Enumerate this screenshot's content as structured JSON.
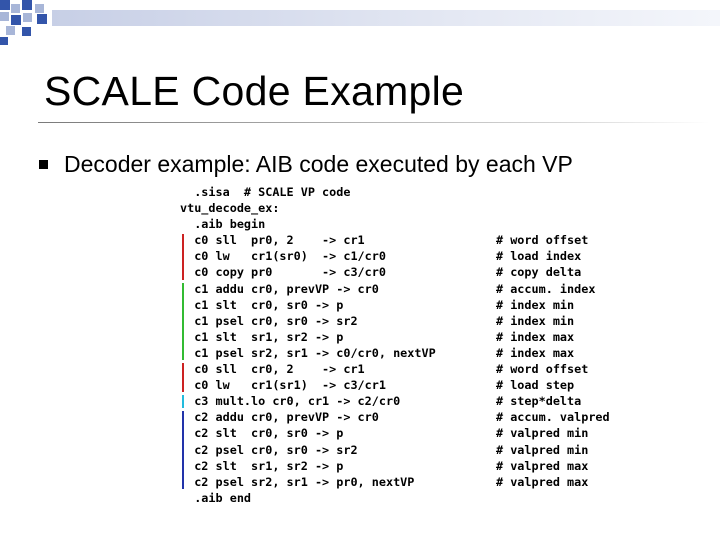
{
  "slide": {
    "title": "SCALE Code Example",
    "bullet": "Decoder example: AIB code executed by each VP"
  },
  "code": {
    "lines": [
      {
        "stmt": "  .sisa  # SCALE VP code",
        "comment": ""
      },
      {
        "stmt": "vtu_decode_ex:",
        "comment": ""
      },
      {
        "stmt": "  .aib begin",
        "comment": ""
      },
      {
        "stmt": "  c0 sll  pr0, 2    -> cr1",
        "comment": "# word offset"
      },
      {
        "stmt": "  c0 lw   cr1(sr0)  -> c1/cr0",
        "comment": "# load index"
      },
      {
        "stmt": "  c0 copy pr0       -> c3/cr0",
        "comment": "# copy delta"
      },
      {
        "stmt": "  c1 addu cr0, prevVP -> cr0",
        "comment": "# accum. index"
      },
      {
        "stmt": "  c1 slt  cr0, sr0 -> p",
        "comment": "# index min"
      },
      {
        "stmt": "  c1 psel cr0, sr0 -> sr2",
        "comment": "# index min"
      },
      {
        "stmt": "  c1 slt  sr1, sr2 -> p",
        "comment": "# index max"
      },
      {
        "stmt": "  c1 psel sr2, sr1 -> c0/cr0, nextVP",
        "comment": "# index max"
      },
      {
        "stmt": "  c0 sll  cr0, 2    -> cr1",
        "comment": "# word offset"
      },
      {
        "stmt": "  c0 lw   cr1(sr1)  -> c3/cr1",
        "comment": "# load step"
      },
      {
        "stmt": "  c3 mult.lo cr0, cr1 -> c2/cr0",
        "comment": "# step*delta"
      },
      {
        "stmt": "  c2 addu cr0, prevVP -> cr0",
        "comment": "# accum. valpred"
      },
      {
        "stmt": "  c2 slt  cr0, sr0 -> p",
        "comment": "# valpred min"
      },
      {
        "stmt": "  c2 psel cr0, sr0 -> sr2",
        "comment": "# valpred min"
      },
      {
        "stmt": "  c2 slt  sr1, sr2 -> p",
        "comment": "# valpred max"
      },
      {
        "stmt": "  c2 psel sr2, sr1 -> pr0, nextVP",
        "comment": "# valpred max"
      },
      {
        "stmt": "  .aib end",
        "comment": ""
      }
    ]
  },
  "cluster_colors": {
    "c0": "#cc2222",
    "c1": "#33bb33",
    "c3": "#22bbdd",
    "c2": "#2233aa"
  },
  "cluster_bars": [
    {
      "cluster": "c0",
      "first_line": 3,
      "last_line": 5
    },
    {
      "cluster": "c1",
      "first_line": 6,
      "last_line": 10
    },
    {
      "cluster": "c0",
      "first_line": 11,
      "last_line": 12
    },
    {
      "cluster": "c3",
      "first_line": 13,
      "last_line": 13
    },
    {
      "cluster": "c2",
      "first_line": 14,
      "last_line": 18
    }
  ],
  "decoration": {
    "square_colors": [
      "#3355aa",
      "#a8b6d8"
    ]
  }
}
